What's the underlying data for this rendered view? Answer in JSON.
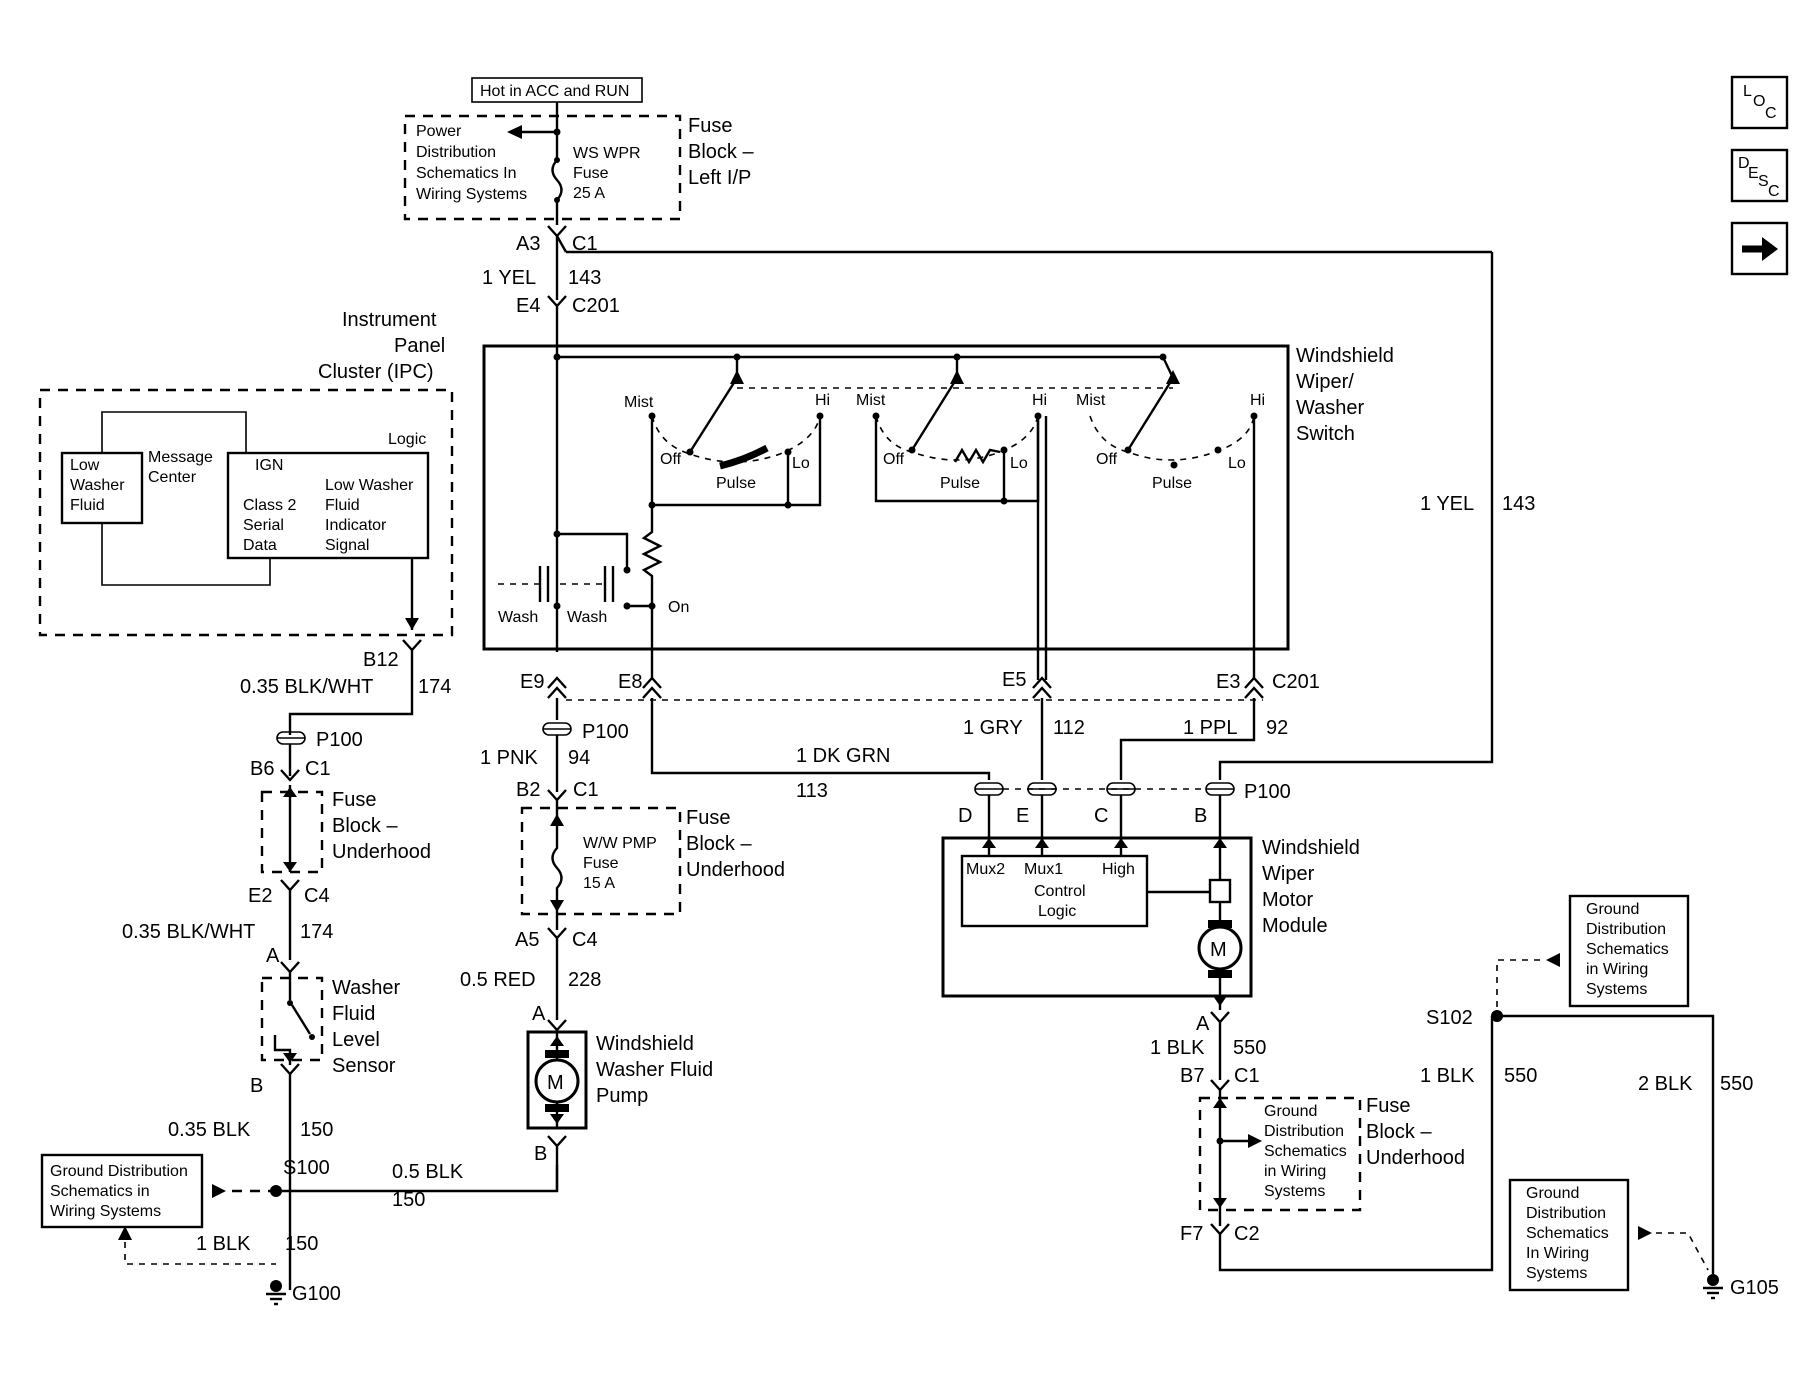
{
  "nav": {
    "loc_main": "L",
    "loc_sub": "O",
    "loc_sub2": "C",
    "desc_main": "D",
    "desc_sub": "E",
    "desc_sub2": "S",
    "desc_sub3": "C",
    "next_icon": "arrow-right-icon"
  },
  "power": {
    "hot_label": "Hot in ACC and RUN",
    "pd_line1": "Power",
    "pd_line2": "Distribution",
    "pd_line3": "Schematics In",
    "pd_line4": "Wiring Systems",
    "fuse_line1": "WS WPR",
    "fuse_line2": "Fuse",
    "fuse_line3": "25 A",
    "block_line1": "Fuse",
    "block_line2": "Block –",
    "block_line3": "Left I/P",
    "pin_a3": "A3",
    "pin_c1": "C1",
    "wire1": "1 YEL",
    "circuit1": "143",
    "pin_e4": "E4",
    "conn_c201": "C201"
  },
  "ipc": {
    "title1": "Instrument",
    "title2": "Panel",
    "title3": "Cluster (IPC)",
    "low1": "Low",
    "low2": "Washer",
    "low3": "Fluid",
    "msg1": "Message",
    "msg2": "Center",
    "logic": "Logic",
    "ign": "IGN",
    "class1": "Class 2",
    "class2": "Serial",
    "class3": "Data",
    "lw1": "Low Washer",
    "lw2": "Fluid",
    "lw3": "Indicator",
    "lw4": "Signal",
    "pin_b12": "B12",
    "wire": "0.35 BLK/WHT",
    "circuit": "174"
  },
  "left_chain": {
    "p100": "P100",
    "pin_b6": "B6",
    "conn_c1": "C1",
    "fb1": "Fuse",
    "fb2": "Block –",
    "fb3": "Underhood",
    "pin_e2": "E2",
    "conn_c4": "C4",
    "wire": "0.35 BLK/WHT",
    "circuit": "174",
    "pin_a": "A",
    "sensor1": "Washer",
    "sensor2": "Fluid",
    "sensor3": "Level",
    "sensor4": "Sensor",
    "pin_b": "B",
    "wire2": "0.35 BLK",
    "circuit2": "150",
    "gd1": "Ground Distribution",
    "gd2": "Schematics in",
    "gd3": "Wiring Systems",
    "s100": "S100",
    "wire3": "0.5 BLK",
    "circuit3": "150",
    "wire4": "1 BLK",
    "circuit4": "150",
    "g100": "G100"
  },
  "switch": {
    "title1": "Windshield",
    "title2": "Wiper/",
    "title3": "Washer",
    "title4": "Switch",
    "mist": "Mist",
    "hi": "Hi",
    "off": "Off",
    "pulse": "Pulse",
    "lo": "Lo",
    "wash": "Wash",
    "on": "On",
    "pin_e9": "E9",
    "pin_e8": "E8",
    "pin_e5": "E5",
    "pin_e3": "E3",
    "conn_c201": "C201"
  },
  "pump_chain": {
    "p100": "P100",
    "wire1": "1 PNK",
    "circuit1": "94",
    "pin_b2": "B2",
    "conn_c1": "C1",
    "fuse1": "W/W PMP",
    "fuse2": "Fuse",
    "fuse3": "15 A",
    "fb1": "Fuse",
    "fb2": "Block –",
    "fb3": "Underhood",
    "pin_a5": "A5",
    "conn_c4": "C4",
    "wire2": "0.5 RED",
    "circuit2": "228",
    "pin_a": "A",
    "pump1": "Windshield",
    "pump2": "Washer Fluid",
    "pump3": "Pump",
    "motor": "M",
    "pin_b": "B"
  },
  "motor_module": {
    "wire_dkgrn": "1 DK GRN",
    "circuit_dkgrn": "113",
    "wire_gry": "1 GRY",
    "circuit_gry": "112",
    "wire_ppl": "1 PPL",
    "circuit_ppl": "92",
    "wire_yel": "1 YEL",
    "circuit_yel": "143",
    "pin_d": "D",
    "pin_e": "E",
    "pin_c": "C",
    "pin_b": "B",
    "p100": "P100",
    "mux2": "Mux2",
    "mux1": "Mux1",
    "high": "High",
    "ctrl1": "Control",
    "ctrl2": "Logic",
    "title1": "Windshield",
    "title2": "Wiper",
    "title3": "Motor",
    "title4": "Module",
    "motor": "M",
    "pin_a": "A",
    "wire_blk": "1 BLK",
    "circuit_blk": "550",
    "pin_b7": "B7",
    "conn_c1": "C1",
    "gd1": "Ground",
    "gd2": "Distribution",
    "gd3": "Schematics",
    "gd4": "in Wiring",
    "gd5": "Systems",
    "fb1": "Fuse",
    "fb2": "Block –",
    "fb3": "Underhood",
    "pin_f7": "F7",
    "conn_c2": "C2"
  },
  "right_ground": {
    "gd1": "Ground",
    "gd2": "Distribution",
    "gd3": "Schematics",
    "gd4": "in Wiring",
    "gd5": "Systems",
    "s102": "S102",
    "wire1": "1 BLK",
    "circuit1": "550",
    "wire2": "2 BLK",
    "circuit2": "550",
    "gd_b1": "Ground",
    "gd_b2": "Distribution",
    "gd_b3": "Schematics",
    "gd_b4": "In Wiring",
    "gd_b5": "Systems",
    "g105": "G105"
  }
}
